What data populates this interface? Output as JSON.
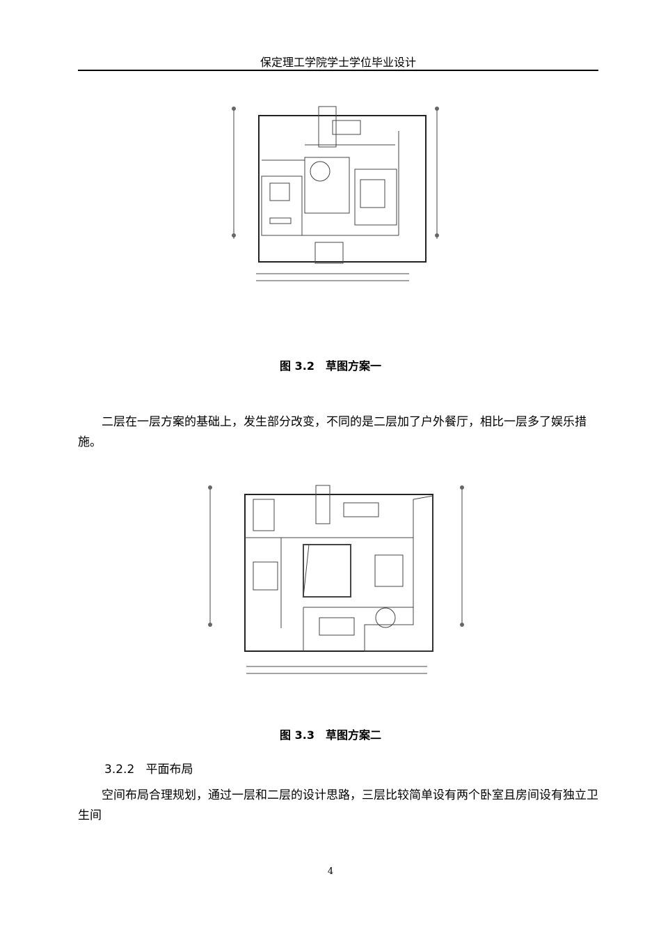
{
  "header": {
    "title": "保定理工学院学士学位毕业设计"
  },
  "figures": [
    {
      "caption": "图 3.2　草图方案一"
    },
    {
      "caption": "图 3.3　草图方案二"
    }
  ],
  "paragraphs": [
    "二层在一层方案的基础上，发生部分改变，不同的是二层加了户外餐厅，相比一层多了娱乐措施。",
    "空间布局合理规划，通过一层和二层的设计思路，三层比较简单设有两个卧室且房间设有独立卫生间"
  ],
  "section": {
    "number": "3.2.2",
    "title": "平面布局"
  },
  "page_number": "4"
}
